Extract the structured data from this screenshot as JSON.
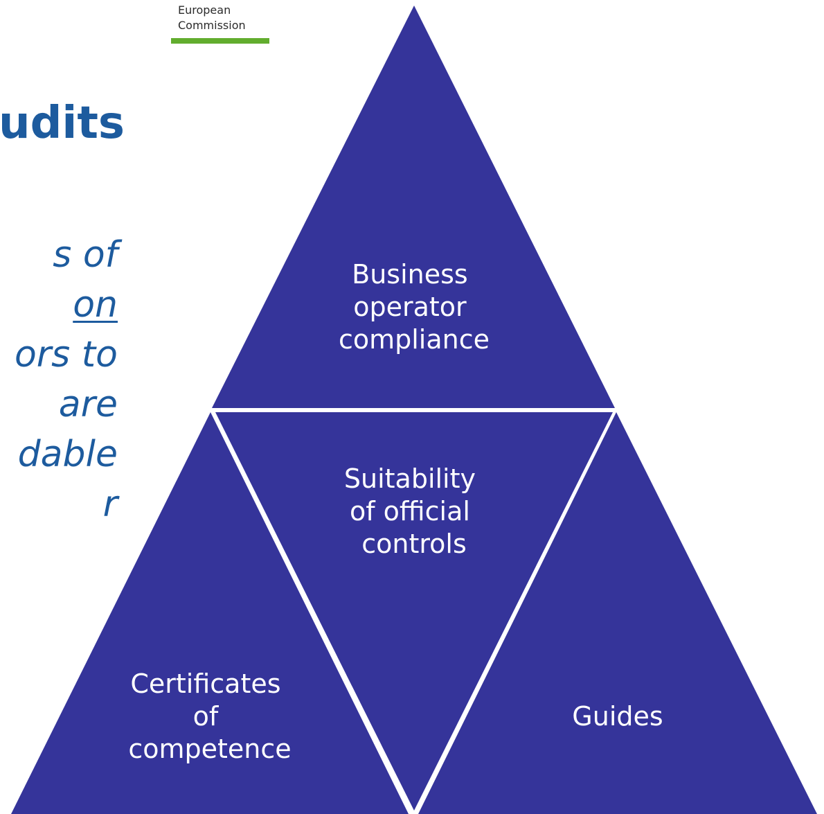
{
  "logo": {
    "line1": "European",
    "line2": "Commission",
    "accent_color": "#62ad2e"
  },
  "title_fragment": "udits",
  "body_fragments": [
    "s of",
    "on",
    "ors to",
    "are",
    "dable",
    "r"
  ],
  "pyramid": {
    "fill_color": "#35349a",
    "top": [
      "Business",
      "operator",
      "compliance"
    ],
    "middle": [
      "Suitability",
      "of official",
      "controls"
    ],
    "bottom_left": [
      "Certificates",
      "of",
      "competence"
    ],
    "bottom_right": [
      "Guides"
    ]
  }
}
